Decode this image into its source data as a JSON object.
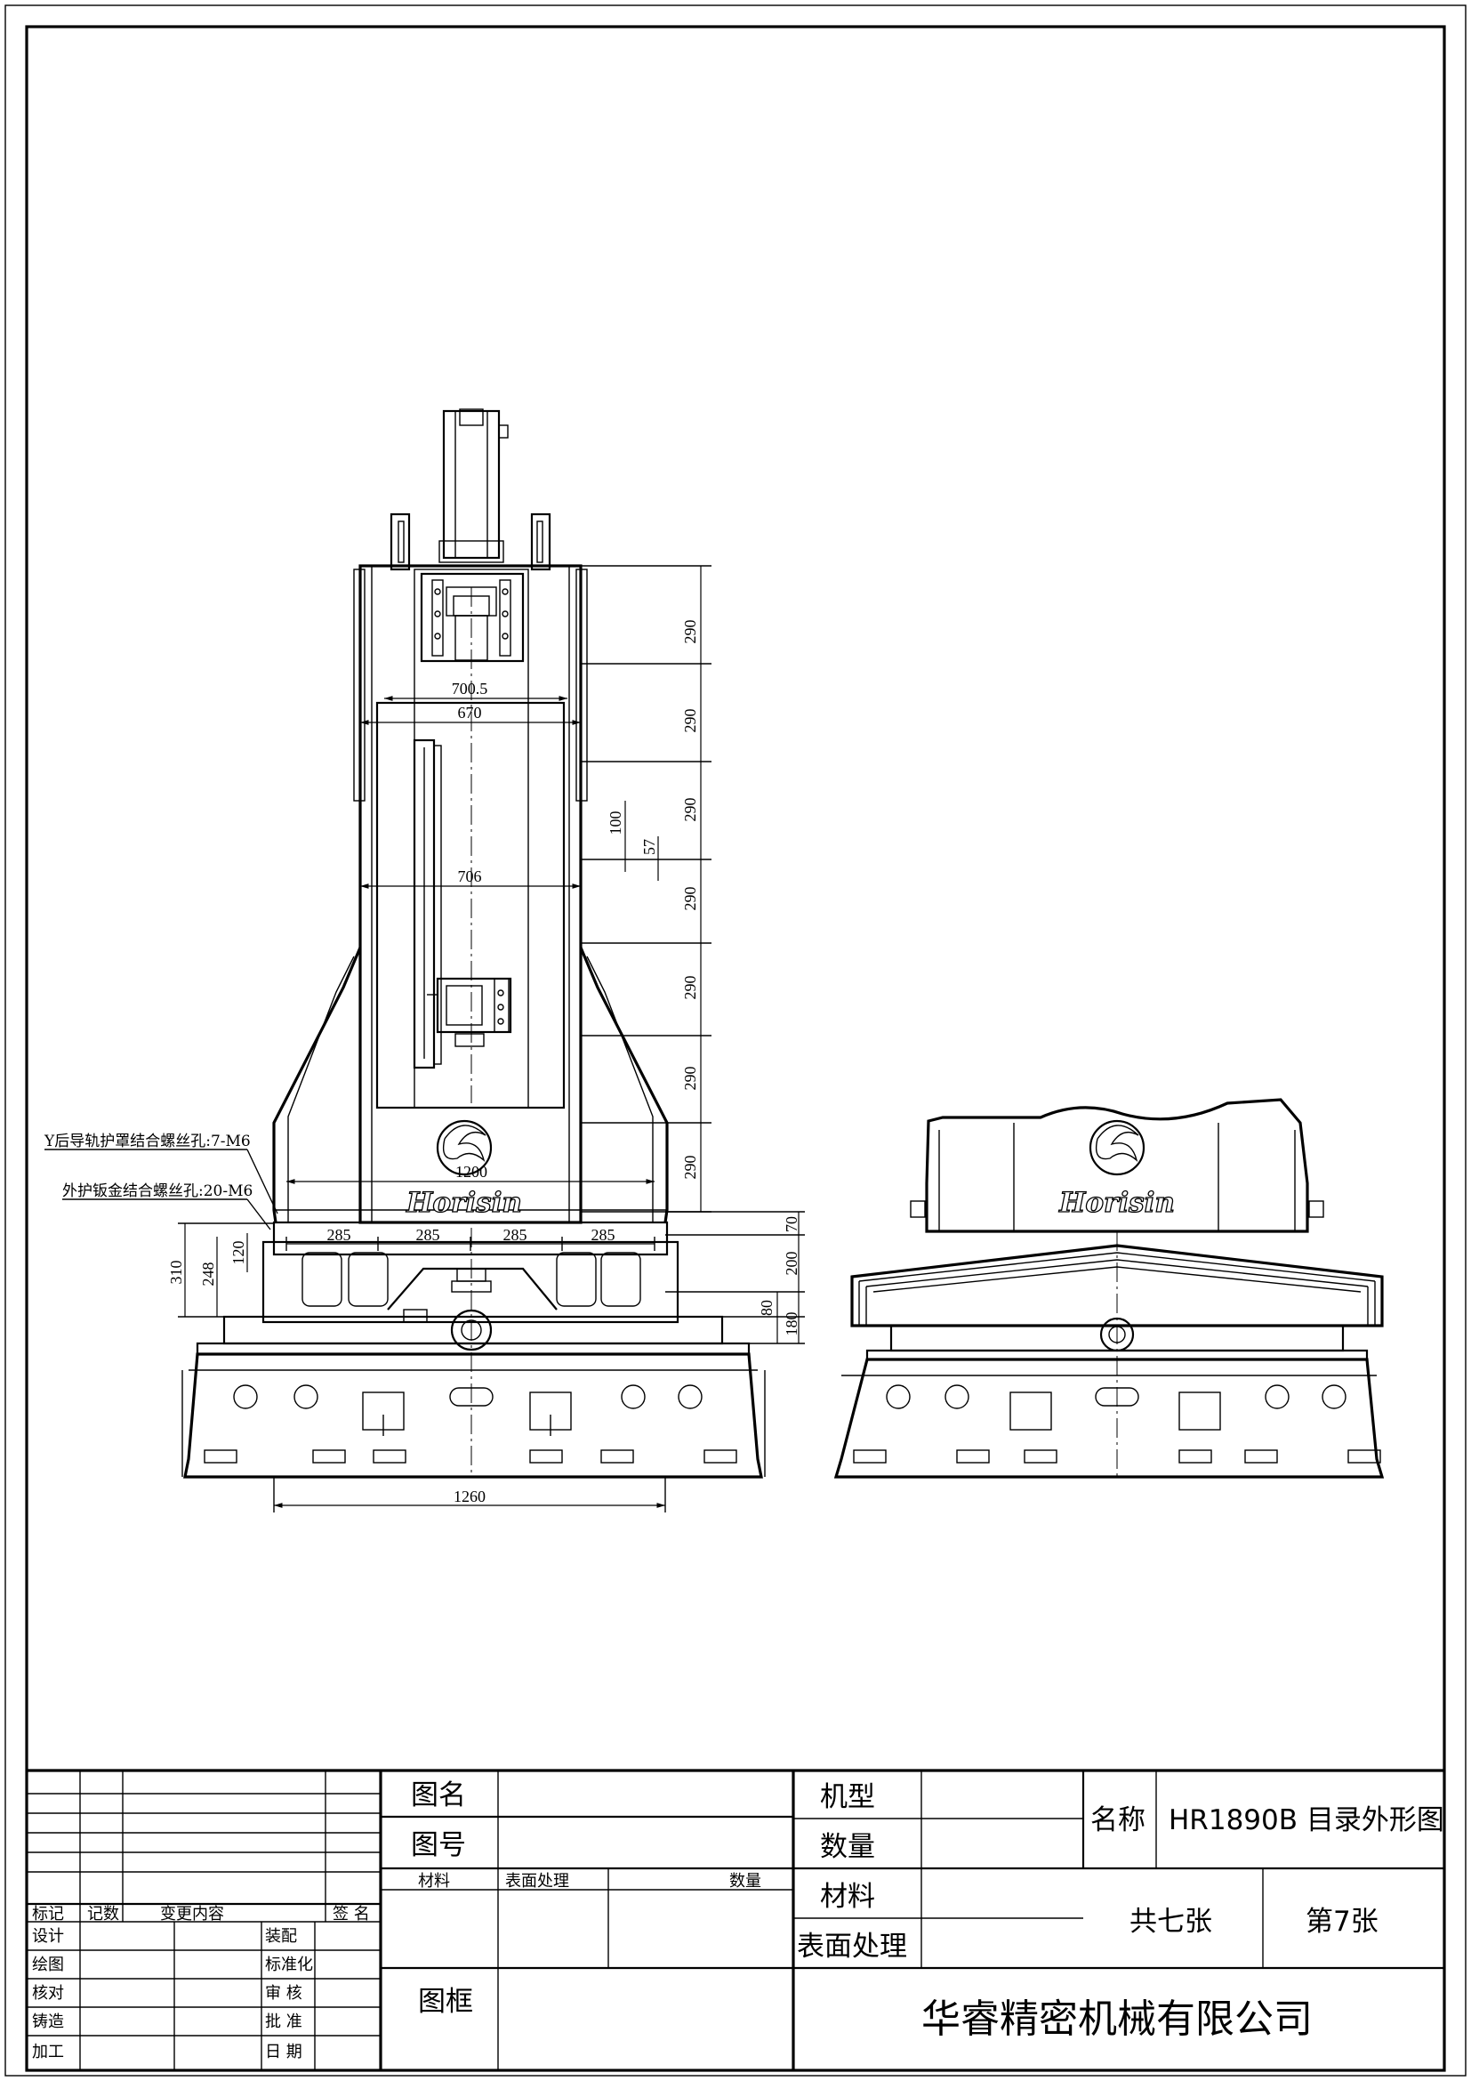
{
  "annotations": {
    "y_rear_guard_holes": "Y后导轨护罩结合螺丝孔:7-M6",
    "outer_sheet_metal_holes": "外护钣金结合螺丝孔:20-M6"
  },
  "dimensions": {
    "vertical_pitch": [
      "290",
      "290",
      "290",
      "290",
      "290",
      "290",
      "290"
    ],
    "width_700_5": "700.5",
    "width_670": "670",
    "width_706": "706",
    "width_1200": "1200",
    "base_width": "1260",
    "rail_spacing": [
      "285",
      "285",
      "285",
      "285"
    ],
    "height_310": "310",
    "height_248": "248",
    "height_120": "120",
    "height_100": "100",
    "height_57": "57",
    "height_70": "70",
    "height_200": "200",
    "height_80": "80",
    "height_180": "180"
  },
  "logos": {
    "front": "Horisin",
    "side": "Horisin"
  },
  "title_block": {
    "drawing_name_label": "图名",
    "drawing_no_label": "图号",
    "material_col": "材料",
    "surface_col": "表面处理",
    "qty_col": "数量",
    "frame_label": "图框",
    "model_label": "机型",
    "quantity_label": "数量",
    "material_label": "材料",
    "surface_label": "表面处理",
    "name_label": "名称",
    "name_value": "HR1890B 目录外形图",
    "total_sheets": "共七张",
    "sheet_no": "第7张",
    "company": "华睿精密机械有限公司",
    "revision_headers": {
      "mark": "标记",
      "count": "记数",
      "change": "变更内容",
      "sign": "签 名"
    },
    "signoff_left": [
      "设计",
      "绘图",
      "核对",
      "铸造",
      "加工"
    ],
    "signoff_right": [
      "装配",
      "标准化",
      "审 核",
      "批 准",
      "日 期"
    ]
  }
}
